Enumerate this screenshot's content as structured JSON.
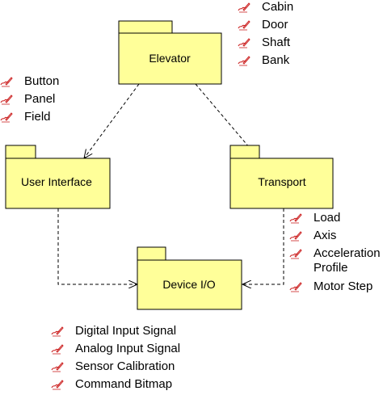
{
  "packages": [
    {
      "id": "elevator",
      "label": "Elevator"
    },
    {
      "id": "user-interface",
      "label": "User Interface"
    },
    {
      "id": "transport",
      "label": "Transport"
    },
    {
      "id": "device-io",
      "label": "Device I/O"
    }
  ],
  "class_lists": {
    "elevator": [
      "Cabin",
      "Door",
      "Shaft",
      "Bank"
    ],
    "user_interface": [
      "Button",
      "Panel",
      "Field"
    ],
    "transport": [
      "Load",
      "Axis",
      "Acceleration Profile",
      "Motor Step"
    ],
    "device_io": [
      "Digital Input Signal",
      "Analog Input Signal",
      "Sensor Calibration",
      "Command Bitmap"
    ]
  },
  "dependencies": [
    {
      "from": "elevator",
      "to": "user-interface"
    },
    {
      "from": "elevator",
      "to": "transport"
    },
    {
      "from": "user-interface",
      "to": "device-io"
    },
    {
      "from": "transport",
      "to": "device-io"
    }
  ],
  "colors": {
    "package_fill": "#ffff99",
    "line": "#000000",
    "class_icon": "#cc2222"
  },
  "icons": {
    "class_item": "class-icon"
  }
}
